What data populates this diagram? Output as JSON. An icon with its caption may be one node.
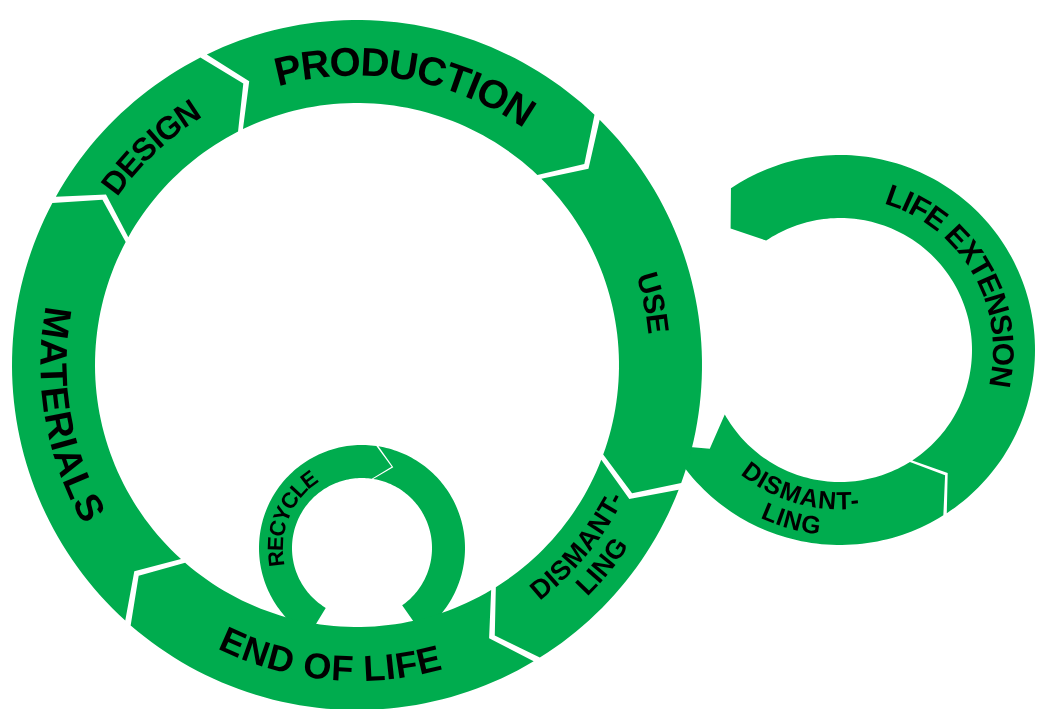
{
  "diagram": {
    "nodes": [
      {
        "text": [
          "MATERIALS"
        ]
      },
      {
        "text": [
          "DESIGN"
        ]
      },
      {
        "text": [
          "PRODUCTION"
        ]
      },
      {
        "text": [
          "USE"
        ]
      },
      {
        "text": [
          "DISMANT- LING"
        ]
      },
      {
        "text": [
          "END OF LIFE"
        ]
      },
      {
        "text": [
          "RECYCLE"
        ]
      },
      {
        "text": [],
        "shape": "arc"
      },
      {
        "text": [
          "LIFE EXTENSION"
        ]
      },
      {
        "text": [
          "DISMANT- LING"
        ]
      }
    ]
  }
}
